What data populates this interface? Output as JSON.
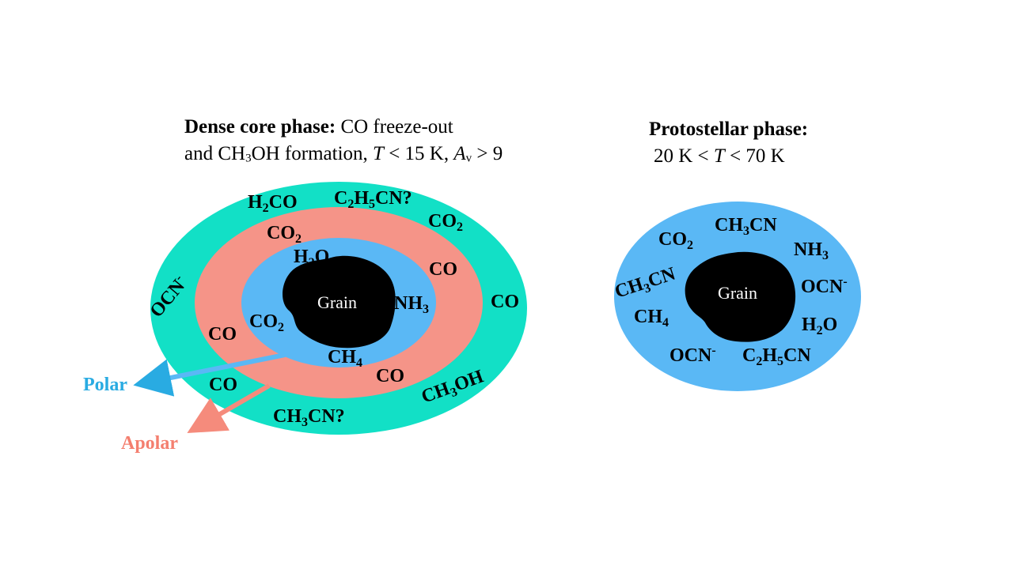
{
  "left_title": {
    "bold": "Dense core phase:",
    "line1_rest": " CO freeze-out",
    "line2_a": "and CH",
    "line2_sub": "3",
    "line2_b": "OH formation, ",
    "T": "T",
    "line2_c": " < 15 K, ",
    "A": "A",
    "A_sub": "v",
    "line2_d": " > 9"
  },
  "right_title": {
    "bold": "Protostellar phase:",
    "line2_a": "20 K < ",
    "T": "T",
    "line2_b": " < 70 K"
  },
  "grain_label": "Grain",
  "arrows": {
    "polar": "Polar",
    "apolar": "Apolar"
  },
  "colors": {
    "outer_ring": "#12e0c6",
    "middle_ring": "#f59488",
    "inner_polar": "#5ab8f5",
    "grain": "#000000",
    "polar_text": "#29abe2",
    "apolar_text": "#f47f6f"
  },
  "molecules": {
    "left_outer": [
      {
        "parts": [
          [
            "H",
            0
          ],
          [
            "2",
            1
          ],
          [
            "CO",
            0
          ]
        ]
      },
      {
        "parts": [
          [
            "C",
            0
          ],
          [
            "2",
            1
          ],
          [
            "H",
            0
          ],
          [
            "5",
            1
          ],
          [
            "CN?",
            0
          ]
        ]
      },
      {
        "parts": [
          [
            "CO",
            0
          ],
          [
            "2",
            1
          ]
        ]
      },
      {
        "parts": [
          [
            "OCN",
            0
          ],
          [
            "-",
            2
          ]
        ]
      },
      {
        "parts": [
          [
            "CO",
            0
          ]
        ]
      },
      {
        "parts": [
          [
            "CO",
            0
          ]
        ]
      },
      {
        "parts": [
          [
            "CH",
            0
          ],
          [
            "3",
            1
          ],
          [
            "CN?",
            0
          ]
        ]
      },
      {
        "parts": [
          [
            "CH",
            0
          ],
          [
            "3",
            1
          ],
          [
            "OH",
            0
          ]
        ]
      }
    ],
    "left_middle": [
      {
        "parts": [
          [
            "CO",
            0
          ],
          [
            "2",
            1
          ]
        ]
      },
      {
        "parts": [
          [
            "CO",
            0
          ]
        ]
      },
      {
        "parts": [
          [
            "CO",
            0
          ]
        ]
      },
      {
        "parts": [
          [
            "CO",
            0
          ]
        ]
      }
    ],
    "left_inner": [
      {
        "parts": [
          [
            "H",
            0
          ],
          [
            "2",
            1
          ],
          [
            "O",
            0
          ]
        ]
      },
      {
        "parts": [
          [
            "NH",
            0
          ],
          [
            "3",
            1
          ]
        ]
      },
      {
        "parts": [
          [
            "CO",
            0
          ],
          [
            "2",
            1
          ]
        ]
      },
      {
        "parts": [
          [
            "CH",
            0
          ],
          [
            "4",
            1
          ]
        ]
      }
    ],
    "right": [
      {
        "parts": [
          [
            "CO",
            0
          ],
          [
            "2",
            1
          ]
        ]
      },
      {
        "parts": [
          [
            "CH",
            0
          ],
          [
            "3",
            1
          ],
          [
            "CN",
            0
          ]
        ]
      },
      {
        "parts": [
          [
            "NH",
            0
          ],
          [
            "3",
            1
          ]
        ]
      },
      {
        "parts": [
          [
            "CH",
            0
          ],
          [
            "3",
            1
          ],
          [
            "CN",
            0
          ]
        ]
      },
      {
        "parts": [
          [
            "OCN",
            0
          ],
          [
            "-",
            2
          ]
        ]
      },
      {
        "parts": [
          [
            "CH",
            0
          ],
          [
            "4",
            1
          ]
        ]
      },
      {
        "parts": [
          [
            "H",
            0
          ],
          [
            "2",
            1
          ],
          [
            "O",
            0
          ]
        ]
      },
      {
        "parts": [
          [
            "OCN",
            0
          ],
          [
            "-",
            2
          ]
        ]
      },
      {
        "parts": [
          [
            "C",
            0
          ],
          [
            "2",
            1
          ],
          [
            "H",
            0
          ],
          [
            "5",
            1
          ],
          [
            "CN",
            0
          ]
        ]
      }
    ]
  }
}
